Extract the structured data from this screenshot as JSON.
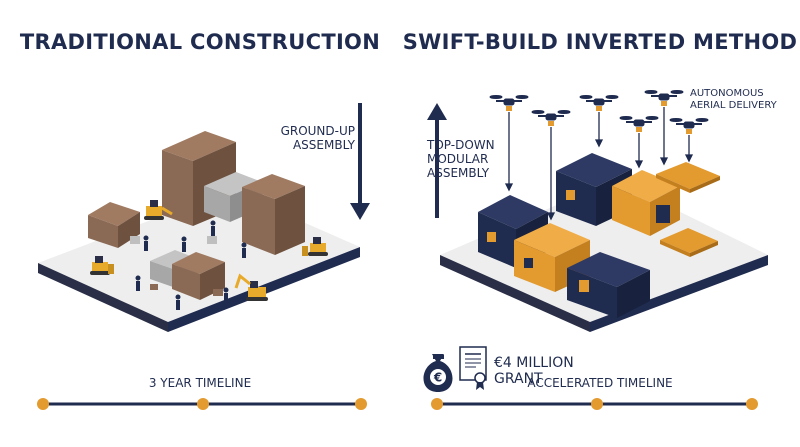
{
  "left": {
    "title": "TRADITIONAL CONSTRUCTION",
    "assembly_label_line1": "GROUND-UP",
    "assembly_label_line2": "ASSEMBLY",
    "timeline_label": "3 YEAR TIMELINE"
  },
  "right": {
    "title": "SWIFT-BUILD INVERTED METHOD",
    "assembly_label_line1": "TOP-DOWN",
    "assembly_label_line2": "MODULAR",
    "assembly_label_line3": "ASSEMBLY",
    "delivery_label_line1": "AUTONOMOUS",
    "delivery_label_line2": "AERIAL DELIVERY",
    "grant_label_line1": "€4 MILLION",
    "grant_label_line2": "GRANT",
    "timeline_label": "ACCELERATED TIMELINE"
  },
  "icons": {
    "money_bag_symbol": "€"
  },
  "colors": {
    "navy": "#1f2b4f",
    "orange": "#e39a2f",
    "brown": "#8b6a55",
    "grey": "#a7a7a7",
    "platform": "#eeeeee",
    "yellow": "#e8aa2a"
  }
}
